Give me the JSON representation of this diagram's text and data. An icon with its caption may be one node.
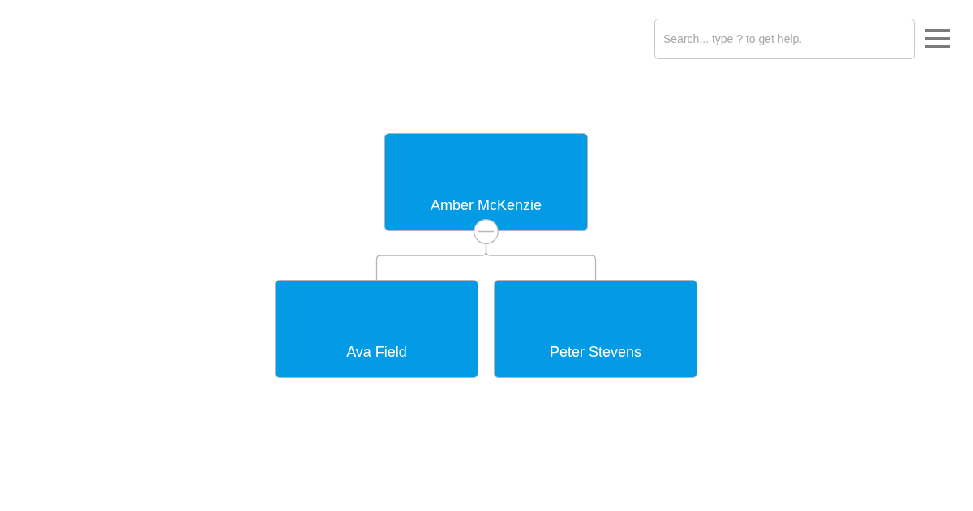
{
  "diagram": {
    "nodes": [
      {
        "text": [
          "Amber McKenzie"
        ]
      },
      {
        "text": [
          "Ava Field"
        ]
      },
      {
        "text": [
          "Peter Stevens"
        ]
      }
    ],
    "edges": [
      {
        "from": 0,
        "to": 1,
        "arrow": "none"
      },
      {
        "from": 0,
        "to": 2,
        "arrow": "none"
      }
    ],
    "labels": [
      "Search... type ? to get help."
    ]
  }
}
